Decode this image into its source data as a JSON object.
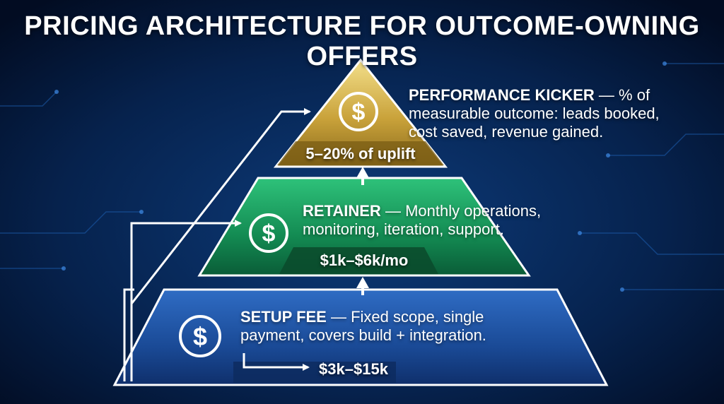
{
  "title": "PRICING ARCHITECTURE FOR OUTCOME-OWNING OFFERS",
  "icon": "dollar-icon",
  "tiers": {
    "performance": {
      "name": "PERFORMANCE KICKER",
      "dash": " — ",
      "desc": "% of measurable outcome: leads booked, cost saved, revenue gained.",
      "price": "5–20% of uplift",
      "color": "#c9a23a"
    },
    "retainer": {
      "name": "RETAINER",
      "dash": " — ",
      "desc": "Monthly operations, monitoring, iteration, support.",
      "price": "$1k–$6k/mo",
      "color": "#18a060"
    },
    "setup": {
      "name": "SETUP FEE",
      "dash": " — ",
      "desc": "Fixed scope, single payment, covers build + integration.",
      "price": "$3k–$15k",
      "color": "#1e56a8"
    }
  }
}
